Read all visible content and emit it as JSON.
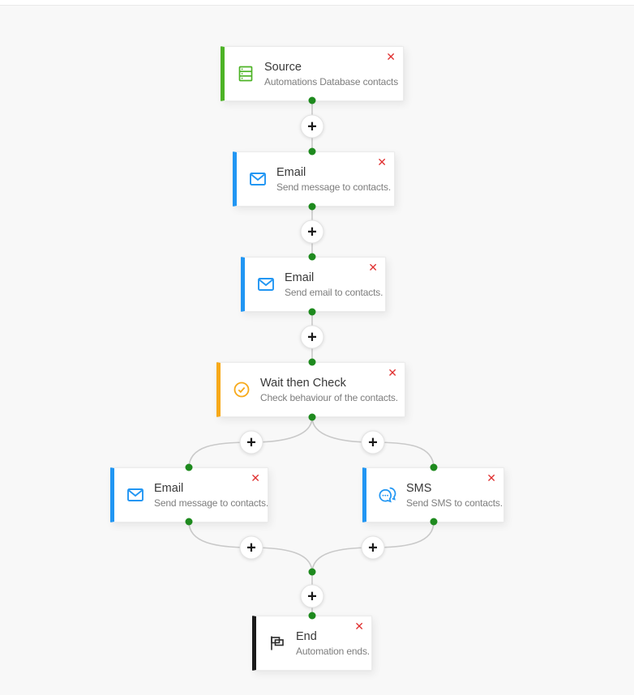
{
  "ui": {
    "plus_glyph": "+",
    "delete_glyph": "✕"
  },
  "colors": {
    "bg": "#f8f8f8",
    "card-border": "#ececec",
    "line": "#c9c9c9",
    "dot-green": "#1e8a1e",
    "accent-green": "#4db326",
    "accent-blue": "#2196f3",
    "accent-orange": "#f7a919",
    "accent-black": "#1a1a1a",
    "delete-red": "#e03131",
    "title-text": "#383838",
    "subtitle-text": "#7d7d7d",
    "plus-border": "#e3e3e3"
  },
  "nodes": [
    {
      "id": "source",
      "title": "Source",
      "subtitle": "Automations Database contacts",
      "icon": "database-icon",
      "accent": "green"
    },
    {
      "id": "email-1",
      "title": "Email",
      "subtitle": "Send message to contacts.",
      "icon": "mail-icon",
      "accent": "blue"
    },
    {
      "id": "email-2",
      "title": "Email",
      "subtitle": "Send email to contacts.",
      "icon": "mail-icon",
      "accent": "blue"
    },
    {
      "id": "wait-then-check",
      "title": "Wait then Check",
      "subtitle": "Check behaviour of the contacts.",
      "icon": "check-circle-icon",
      "accent": "orange"
    },
    {
      "id": "email-branch-left",
      "title": "Email",
      "subtitle": "Send message to contacts.",
      "icon": "mail-icon",
      "accent": "blue"
    },
    {
      "id": "sms-branch-right",
      "title": "SMS",
      "subtitle": "Send SMS to contacts.",
      "icon": "chat-icon",
      "accent": "blue"
    },
    {
      "id": "end",
      "title": "End",
      "subtitle": "Automation ends.",
      "icon": "flag-icon",
      "accent": "black"
    }
  ]
}
